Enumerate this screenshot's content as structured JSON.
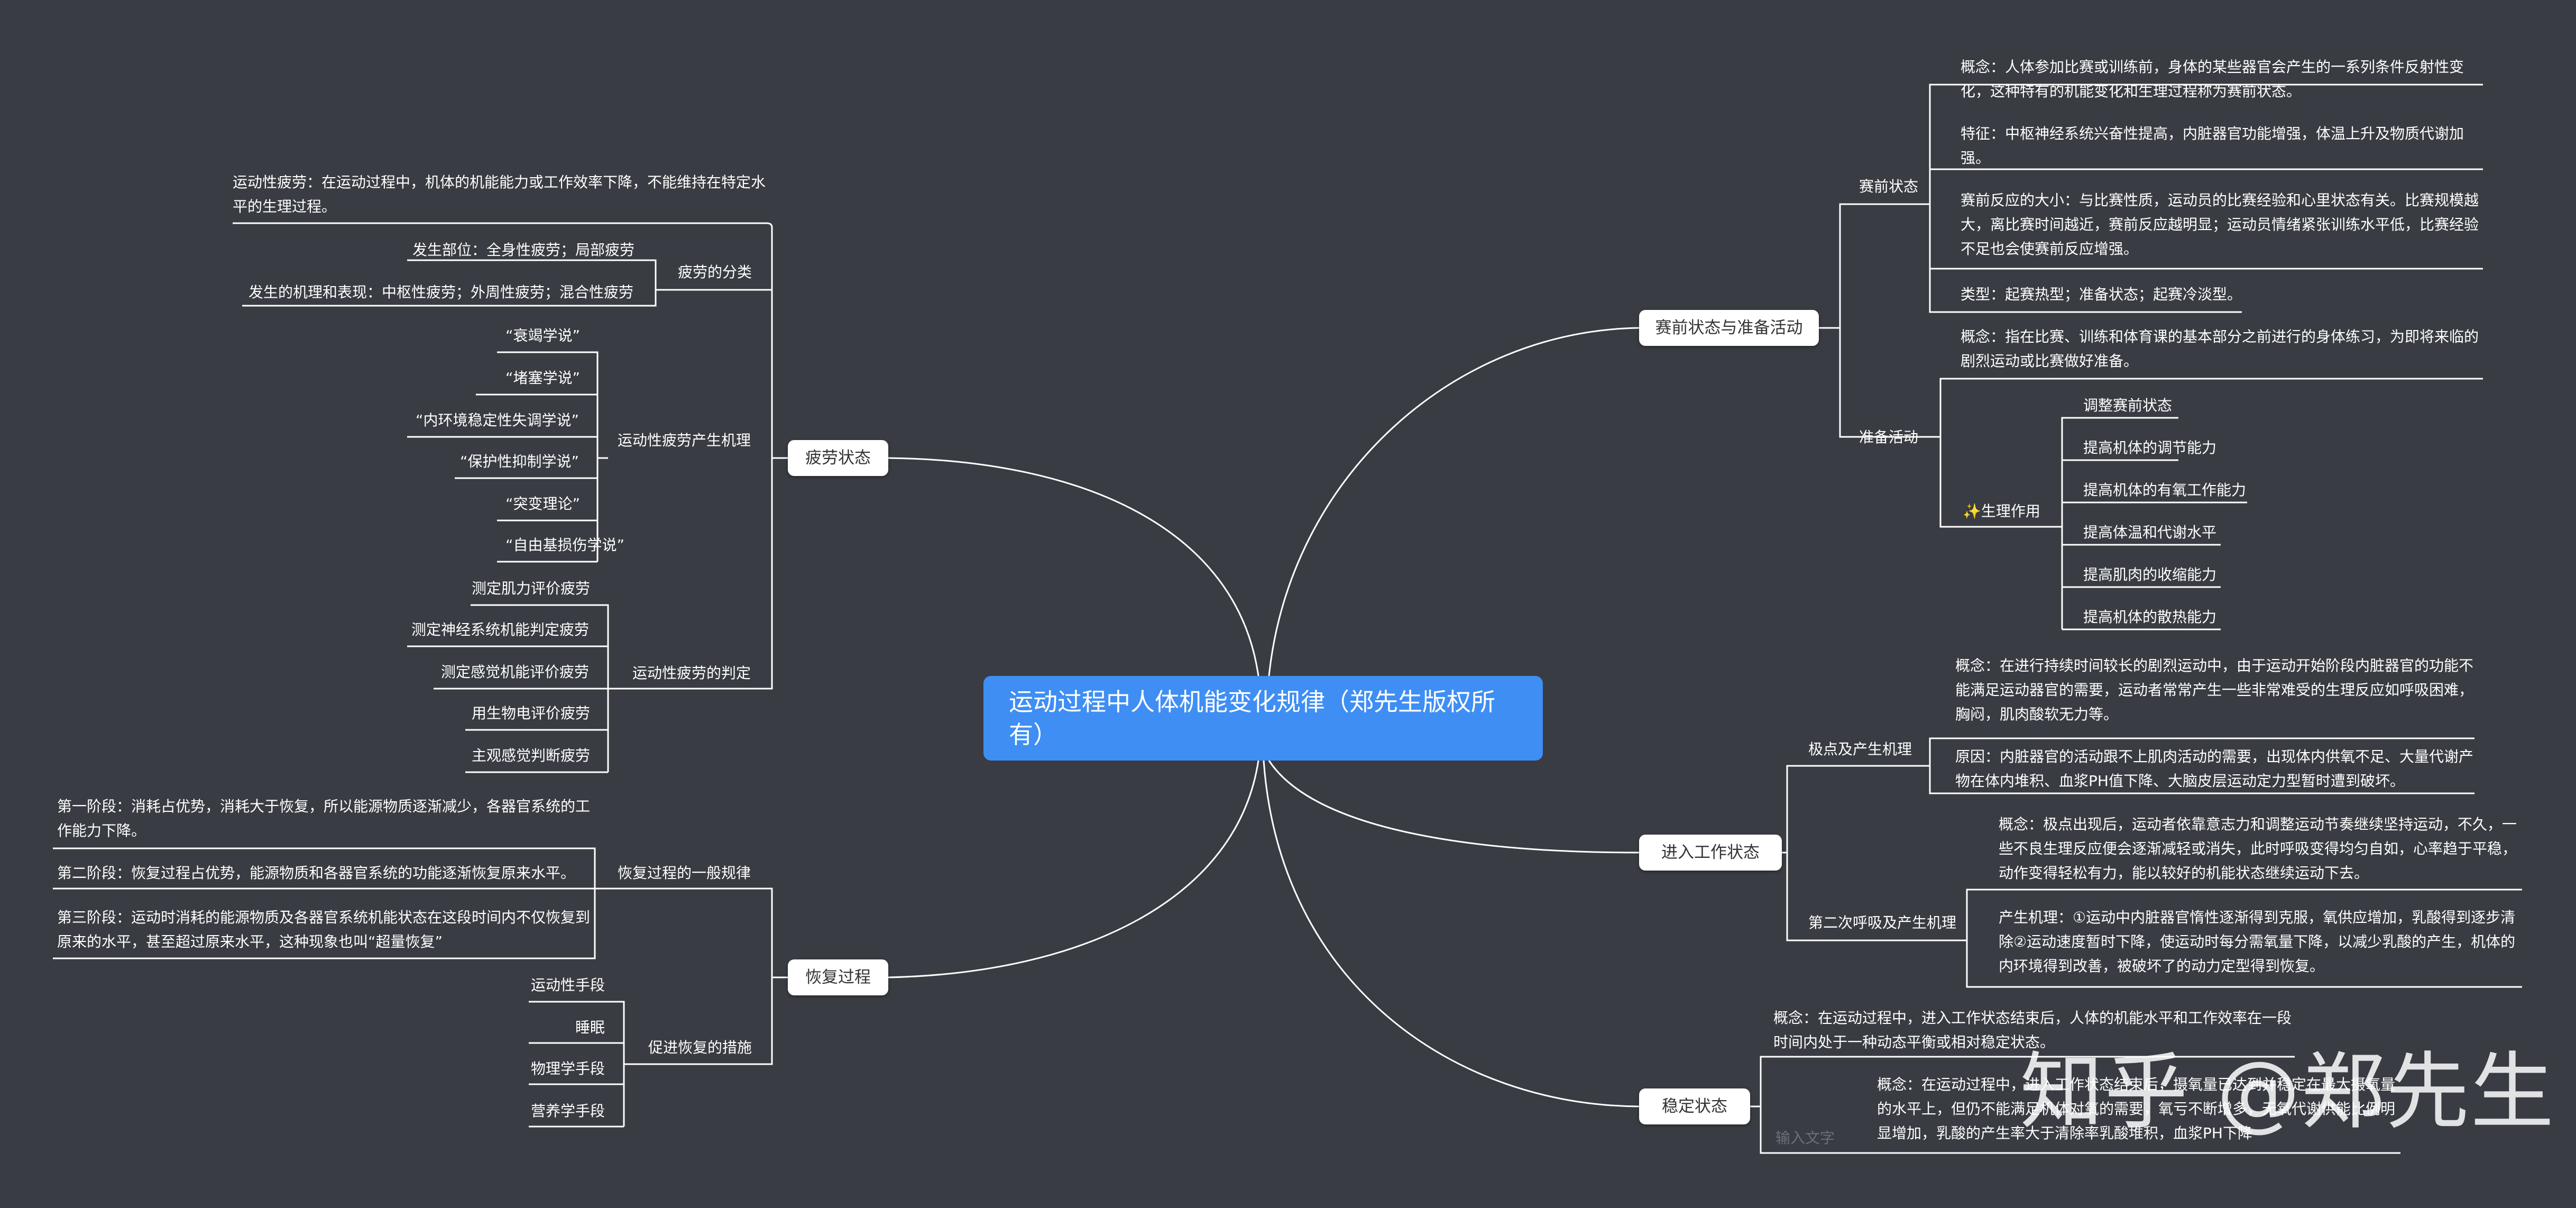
{
  "root": "运动过程中人体机能变化规律（郑先生版权所有）",
  "branches": {
    "fatigue": "疲劳状态",
    "recovery": "恢复过程",
    "prestart": "赛前状态与准备活动",
    "entering": "进入工作状态",
    "stable": "稳定状态"
  },
  "fatigue": {
    "definition": "运动性疲劳：在运动过程中，机体的机能能力或工作效率下降，不能维持在特定水平的生理过程。",
    "classification": {
      "label": "疲劳的分类",
      "items": [
        "发生部位：全身性疲劳；局部疲劳",
        "发生的机理和表现：中枢性疲劳；外周性疲劳；混合性疲劳"
      ]
    },
    "mechanism": {
      "label": "运动性疲劳产生机理",
      "items": [
        "“衰竭学说”",
        "“堵塞学说”",
        "“内环境稳定性失调学说”",
        "“保护性抑制学说”",
        "“突变理论”",
        "“自由基损伤学说”"
      ]
    },
    "judgement": {
      "label": "运动性疲劳的判定",
      "items": [
        "测定肌力评价疲劳",
        "测定神经系统机能判定疲劳",
        "测定感觉机能评价疲劳",
        "用生物电评价疲劳",
        "主观感觉判断疲劳"
      ]
    }
  },
  "recovery": {
    "rules": {
      "label": "恢复过程的一般规律",
      "items": [
        "第一阶段：消耗占优势，消耗大于恢复，所以能源物质逐渐减少，各器官系统的工作能力下降。",
        "第二阶段：恢复过程占优势，能源物质和各器官系统的功能逐渐恢复原来水平。",
        "第三阶段：运动时消耗的能源物质及各器官系统机能状态在这段时间内不仅恢复到原来的水平，甚至超过原来水平，这种现象也叫“超量恢复”"
      ]
    },
    "measures": {
      "label": "促进恢复的措施",
      "items": [
        "运动性手段",
        "睡眠",
        "物理学手段",
        "营养学手段"
      ]
    }
  },
  "prestart": {
    "state": {
      "label": "赛前状态",
      "items": [
        "概念：人体参加比赛或训练前，身体的某些器官会产生的一系列条件反射性变化，这种特有的机能变化和生理过程称为赛前状态。",
        "特征：中枢神经系统兴奋性提高，内脏器官功能增强，体温上升及物质代谢加强。",
        "赛前反应的大小：与比赛性质，运动员的比赛经验和心里状态有关。比赛规模越大，离比赛时间越近，赛前反应越明显；运动员情绪紧张训练水平低，比赛经验不足也会使赛前反应增强。",
        "类型：起赛热型；准备状态；起赛冷淡型。"
      ]
    },
    "warmup": {
      "label": "准备活动",
      "concept": "概念：指在比赛、训练和体育课的基本部分之前进行的身体练习，为即将来临的剧烈运动或比赛做好准备。",
      "physio_icon": "sparkle-icon",
      "physio_label": "生理作用",
      "effects": [
        "调整赛前状态",
        "提高机体的调节能力",
        "提高机体的有氧工作能力",
        "提高体温和代谢水平",
        "提高肌肉的收缩能力",
        "提高机体的散热能力"
      ]
    }
  },
  "entering": {
    "pole": {
      "label": "极点及产生机理",
      "items": [
        "概念：在进行持续时间较长的剧烈运动中，由于运动开始阶段内脏器官的功能不能满足运动器官的需要，运动者常常产生一些非常难受的生理反应如呼吸困难，胸闷，肌肉酸软无力等。",
        "原因：内脏器官的活动跟不上肌肉活动的需要，出现体内供氧不足、大量代谢产物在体内堆积、血浆PH值下降、大脑皮层运动定力型暂时遭到破坏。"
      ]
    },
    "second_wind": {
      "label": "第二次呼吸及产生机理",
      "items": [
        "概念：极点出现后，运动者依靠意志力和调整运动节奏继续坚持运动，不久，一些不良生理反应便会逐渐减轻或消失，此时呼吸变得均匀自如，心率趋于平稳，动作变得轻松有力，能以较好的机能状态继续运动下去。",
        "产生机理：①运动中内脏器官惰性逐渐得到克服，氧供应增加，乳酸得到逐步清除②运动速度暂时下降，使运动时每分需氧量下降，以减少乳酸的产生，机体的内环境得到改善，被破坏了的动力定型得到恢复。"
      ]
    }
  },
  "stable": {
    "concept1": "概念：在运动过程中，进入工作状态结束后，人体的机能水平和工作效率在一段时间内处于一种动态平衡或相对稳定状态。",
    "concept2": "概念：在运动过程中，进入工作状态结束后，摄氧量已达到并稳定在最大摄氧量的水平上，但仍不能满足机体对氧的需要，氧亏不断增多，无氧代谢供能比例明显增加，乳酸的产生率大于清除率乳酸堆积，血浆PH下降",
    "input_placeholder": "输入文字"
  },
  "watermark": "知乎 @郑先生",
  "colors": {
    "background": "#393c42",
    "root": "#3f8ef4",
    "branch_bg": "#ffffff",
    "line": "#ffffff"
  }
}
